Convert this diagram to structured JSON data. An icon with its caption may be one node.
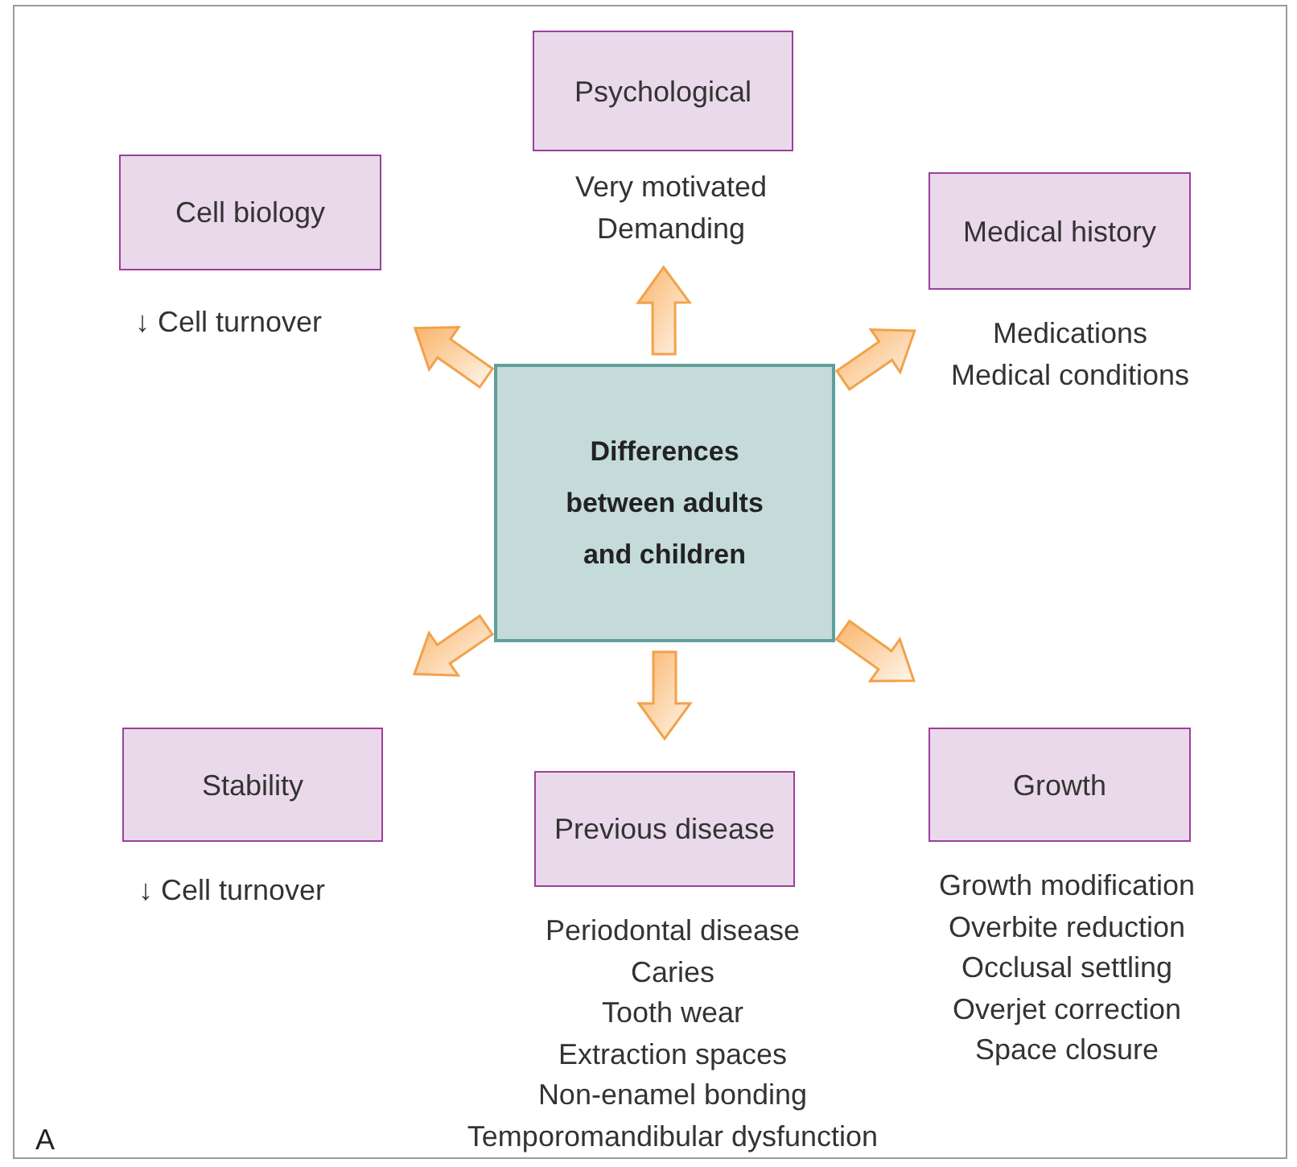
{
  "diagram": {
    "nodes": [
      {
        "text": [
          "Differences between adults and children"
        ]
      },
      {
        "text": [
          "Psychological"
        ],
        "beside": [
          "Very motivated",
          "Demanding"
        ]
      },
      {
        "text": [
          "Cell biology"
        ],
        "beside": [
          "↓ Cell turnover"
        ]
      },
      {
        "text": [
          "Medical history"
        ],
        "beside": [
          "Medications",
          "Medical conditions"
        ]
      },
      {
        "text": [
          "Stability"
        ],
        "beside": [
          "↓ Cell turnover"
        ]
      },
      {
        "text": [
          "Previous disease"
        ],
        "beside": [
          "Periodontal disease",
          "Caries",
          "Tooth wear",
          "Extraction spaces",
          "Non-enamel bonding",
          "Temporomandibular dysfunction"
        ]
      },
      {
        "text": [
          "Growth"
        ],
        "beside": [
          "Growth modification",
          "Overbite reduction",
          "Occlusal settling",
          "Overjet correction",
          "Space closure"
        ]
      }
    ],
    "edges": [
      {
        "from": 0,
        "to": 1,
        "arrow": "to"
      },
      {
        "from": 0,
        "to": 2,
        "arrow": "to"
      },
      {
        "from": 0,
        "to": 3,
        "arrow": "to"
      },
      {
        "from": 0,
        "to": 4,
        "arrow": "to"
      },
      {
        "from": 0,
        "to": 5,
        "arrow": "to"
      },
      {
        "from": 0,
        "to": 6,
        "arrow": "to"
      }
    ],
    "labels": [
      "A"
    ]
  }
}
